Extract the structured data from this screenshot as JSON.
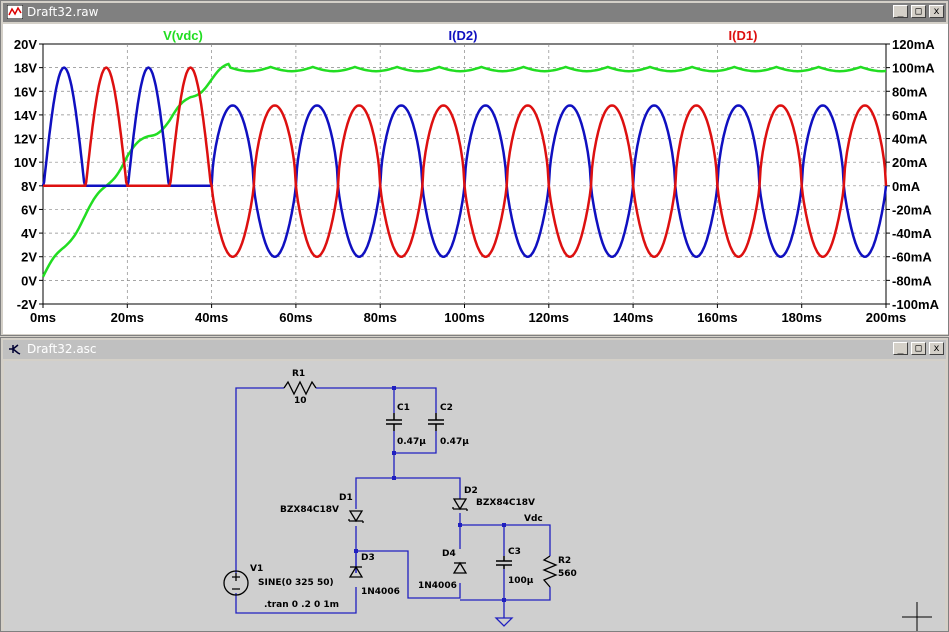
{
  "waveform_window": {
    "title": "Draft32.raw",
    "buttons": {
      "minimize": "_",
      "maximize": "□",
      "close": "x"
    }
  },
  "schematic_window": {
    "title": "Draft32.asc",
    "buttons": {
      "minimize": "_",
      "maximize": "□",
      "close": "x"
    }
  },
  "colors": {
    "vvdc": "#22dd22",
    "id2": "#1010c0",
    "id1": "#dd1010",
    "wire": "#2020c0",
    "component": "#000000"
  },
  "chart_data": {
    "type": "line",
    "title": "",
    "x_ticks": [
      "0ms",
      "20ms",
      "40ms",
      "60ms",
      "80ms",
      "100ms",
      "120ms",
      "140ms",
      "160ms",
      "180ms",
      "200ms"
    ],
    "xlim": [
      0,
      200
    ],
    "left_ticks": [
      "20V",
      "18V",
      "16V",
      "14V",
      "12V",
      "10V",
      "8V",
      "6V",
      "4V",
      "2V",
      "0V",
      "-2V"
    ],
    "ylim_left": [
      -2,
      20
    ],
    "right_ticks": [
      "120mA",
      "100mA",
      "80mA",
      "60mA",
      "40mA",
      "20mA",
      "0mA",
      "-20mA",
      "-40mA",
      "-60mA",
      "-80mA",
      "-100mA"
    ],
    "ylim_right": [
      -100,
      120
    ],
    "grid": true,
    "series": [
      {
        "name": "V(vdc)",
        "axis": "left",
        "description_points": [
          [
            0,
            0.3
          ],
          [
            5,
            2.8
          ],
          [
            10,
            5.5
          ],
          [
            15,
            8.0
          ],
          [
            20,
            10.5
          ],
          [
            25,
            12.2
          ],
          [
            30,
            13.5
          ],
          [
            35,
            15.5
          ],
          [
            40,
            17.0
          ],
          [
            44,
            18.1
          ],
          [
            200,
            18.0
          ]
        ]
      },
      {
        "name": "I(D2)",
        "axis": "right",
        "peak_startup": 100,
        "peak_steady": 68,
        "trough_steady": -60
      },
      {
        "name": "I(D1)",
        "axis": "right",
        "peak_startup": 100,
        "peak_steady": 68,
        "trough_steady": -60
      }
    ]
  },
  "schematic": {
    "components": {
      "r1": {
        "ref": "R1",
        "value": "10"
      },
      "c1": {
        "ref": "C1",
        "value": "0.47µ"
      },
      "c2": {
        "ref": "C2",
        "value": "0.47µ"
      },
      "d1": {
        "ref": "D1",
        "value": "BZX84C18V"
      },
      "d2": {
        "ref": "D2",
        "value": "BZX84C18V"
      },
      "d3": {
        "ref": "D3",
        "value": "1N4006"
      },
      "d4": {
        "ref": "D4",
        "value": "1N4006"
      },
      "c3": {
        "ref": "C3",
        "value": "100µ"
      },
      "r2": {
        "ref": "R2",
        "value": "560"
      },
      "v1": {
        "ref": "V1",
        "value": "SINE(0 325 50)"
      }
    },
    "net_label": "Vdc",
    "directive": ".tran 0 .2 0 1m"
  }
}
